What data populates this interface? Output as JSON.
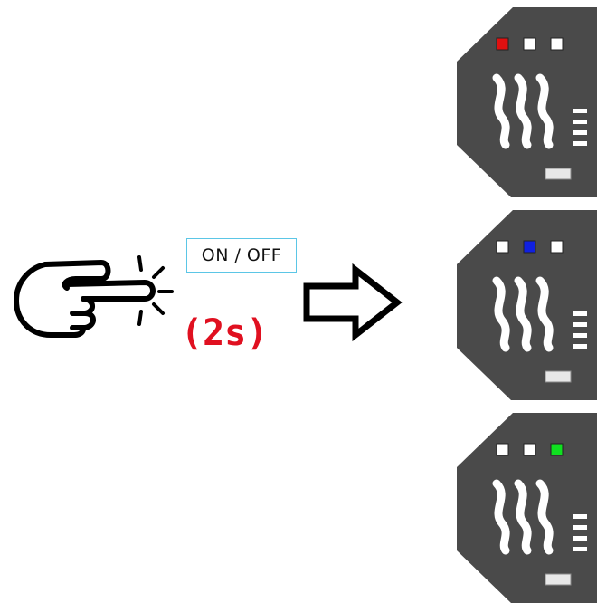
{
  "button_label": "ON / OFF",
  "hold_time": "(2s)",
  "device_color": "#4a4a4a",
  "indicator_off_color": "#ffffff",
  "devices": [
    {
      "name": "device-mode-red",
      "active_led": 0,
      "active_color": "#e01010"
    },
    {
      "name": "device-mode-blue",
      "active_led": 1,
      "active_color": "#1020e0"
    },
    {
      "name": "device-mode-green",
      "active_led": 2,
      "active_color": "#10e020"
    }
  ],
  "icons": [
    "pointing-hand-icon",
    "arrow-right-icon",
    "heat-icon"
  ]
}
